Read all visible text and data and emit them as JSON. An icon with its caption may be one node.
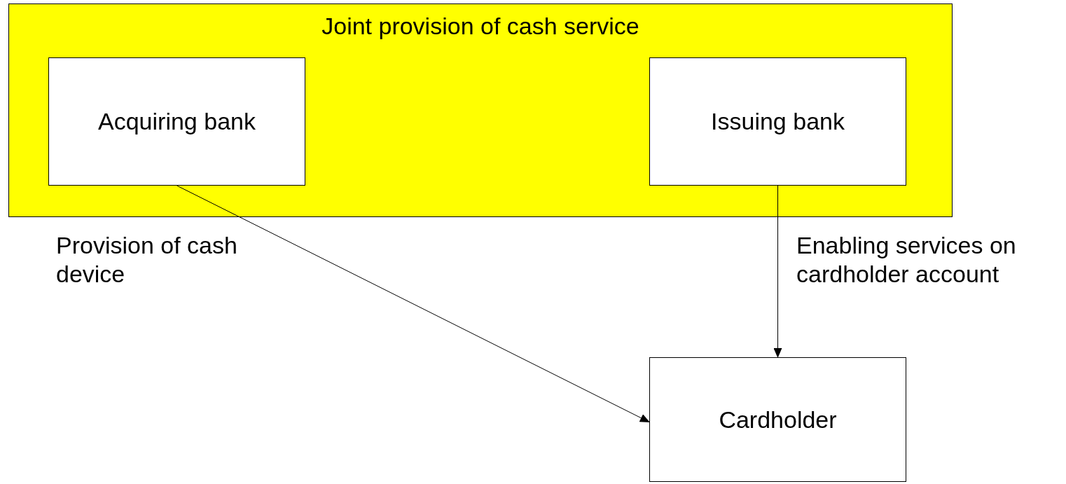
{
  "diagram": {
    "nodes": [
      {
        "text": [
          "Joint provision of cash service"
        ]
      },
      {
        "text": [
          "Acquiring bank"
        ],
        "in": 0
      },
      {
        "text": [
          "Issuing bank"
        ],
        "in": 0
      },
      {
        "text": [
          "Cardholder"
        ]
      }
    ],
    "edges": [
      {
        "from": 1,
        "to": 3,
        "arrow": "to",
        "label": "Provision of cash device"
      },
      {
        "from": 2,
        "to": 3,
        "arrow": "to",
        "label": "Enabling services on cardholder account"
      }
    ]
  }
}
